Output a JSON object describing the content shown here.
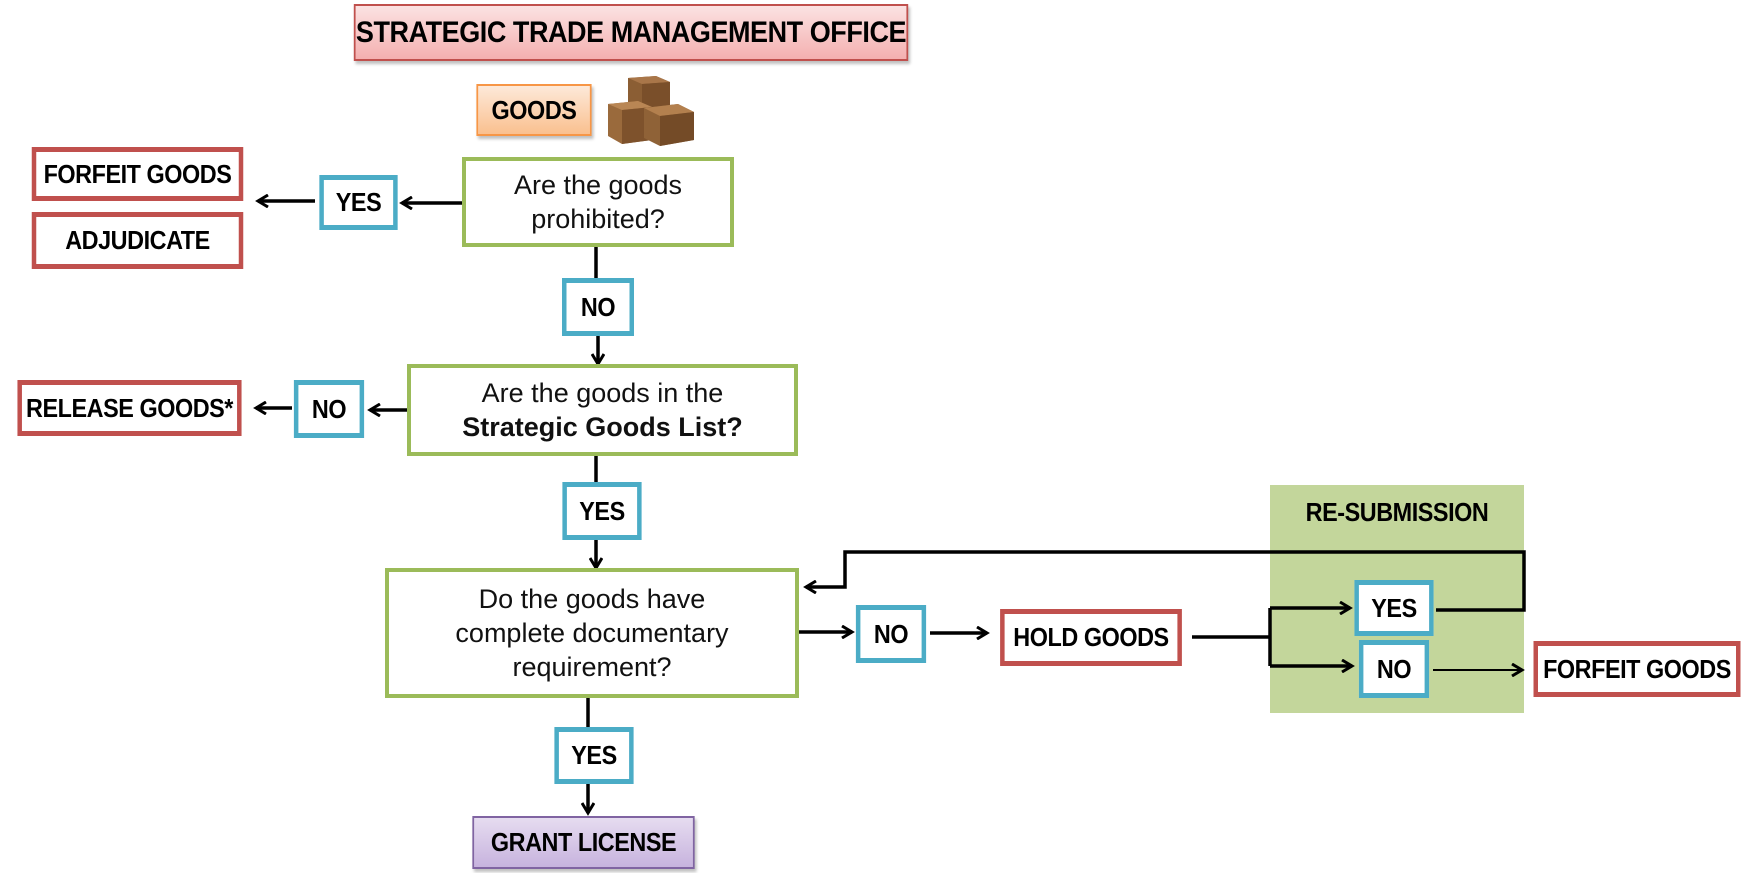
{
  "title": "STRATEGIC TRADE MANAGEMENT OFFICE",
  "goods_label": "GOODS",
  "box_icon": "cardboard-boxes-icon",
  "q1": {
    "line1": "Are the goods",
    "line2": "prohibited?"
  },
  "q2": {
    "line1": "Are the goods in the",
    "line2": "Strategic Goods List?"
  },
  "q3": {
    "line1": "Do the goods have",
    "line2": "complete documentary",
    "line3": "requirement?"
  },
  "yes1": "YES",
  "no1": "NO",
  "no2": "NO",
  "yes2": "YES",
  "no3": "NO",
  "yes3": "YES",
  "resubmission": {
    "label": "RE-SUBMISSION",
    "yes": "YES",
    "no": "NO"
  },
  "outcomes": {
    "forfeit1": "FORFEIT GOODS",
    "adjudicate": "ADJUDICATE",
    "release": "RELEASE GOODS*",
    "hold": "HOLD GOODS",
    "forfeit2": "FORFEIT GOODS",
    "grant": "GRANT LICENSE"
  },
  "colors": {
    "outcome_border": "#c0504d",
    "condition_border": "#4bacc6",
    "question_border": "#9bbb59",
    "resubmission_fill": "#c3d69b",
    "goods_fill": "#fac08f",
    "grant_fill": "#c7b3de"
  }
}
